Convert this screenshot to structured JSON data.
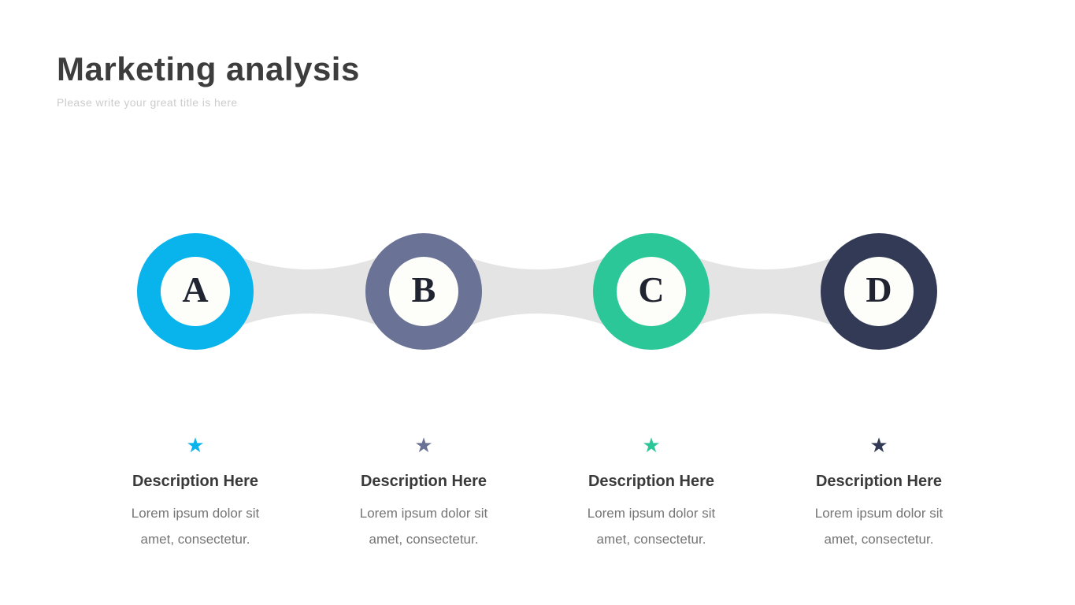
{
  "slide": {
    "title": "Marketing analysis",
    "subtitle": "Please write your great title is here"
  },
  "diagram": {
    "connector_color": "#e4e4e4",
    "nodes": [
      {
        "letter": "A",
        "color": "#09b3ec"
      },
      {
        "letter": "B",
        "color": "#6a7295"
      },
      {
        "letter": "C",
        "color": "#2cc798"
      },
      {
        "letter": "D",
        "color": "#333a55"
      }
    ]
  },
  "items": [
    {
      "star_icon": "★",
      "color": "#09b3ec",
      "title": "Description Here",
      "line1": "Lorem ipsum dolor sit",
      "line2": "amet, consectetur."
    },
    {
      "star_icon": "★",
      "color": "#6a7295",
      "title": "Description Here",
      "line1": "Lorem ipsum dolor sit",
      "line2": "amet, consectetur."
    },
    {
      "star_icon": "★",
      "color": "#2cc798",
      "title": "Description Here",
      "line1": "Lorem ipsum dolor sit",
      "line2": "amet, consectetur."
    },
    {
      "star_icon": "★",
      "color": "#333a55",
      "title": "Description Here",
      "line1": "Lorem ipsum dolor sit",
      "line2": "amet, consectetur."
    }
  ]
}
